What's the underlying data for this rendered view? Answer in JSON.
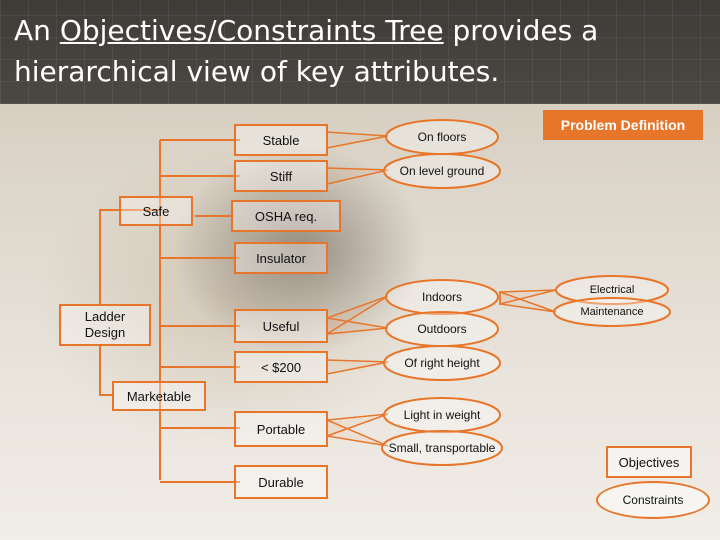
{
  "title": {
    "part1": "An ",
    "underlined": "Objectives/Constraints Tree",
    "part2": " provides a hierarchical view of key attributes."
  },
  "badge": "Problem Definition",
  "root": "Ladder Design",
  "objectives": {
    "safe": "Safe",
    "stable": "Stable",
    "stiff": "Stiff",
    "osha": "OSHA req.",
    "insulator": "Insulator",
    "useful": "Useful",
    "price": "< $200",
    "marketable": "Marketable",
    "portable": "Portable",
    "durable": "Durable",
    "indoors": "Indoors",
    "outdoors": "Outdoors"
  },
  "constraints": {
    "on_floors": "On floors",
    "on_level_ground": "On level ground",
    "of_right_height": "Of right height",
    "light_in_weight": "Light in weight",
    "small_transportable": "Small, transportable",
    "electrical": "Electrical",
    "maintenance": "Maintenance"
  },
  "legend": {
    "objectives": "Objectives",
    "constraints": "Constraints"
  },
  "colors": {
    "accent": "#e8762a",
    "title_bar": "#44413d"
  }
}
